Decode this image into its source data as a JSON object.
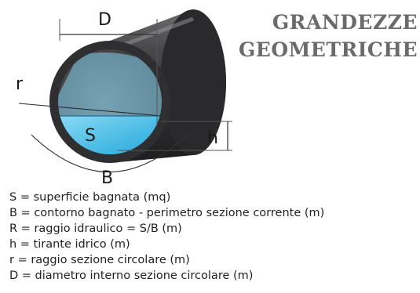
{
  "title": {
    "line1": "GRANDEZZE",
    "line2": "GEOMETRICHE"
  },
  "labels": {
    "diameter": "D",
    "radius": "r",
    "wet_area": "S",
    "depth": "h",
    "wet_perimeter": "B"
  },
  "legend": [
    "S = superficie bagnata (mq)",
    "B = contorno bagnato - perimetro sezione corrente (m)",
    "R = raggio idraulico = S/B (m)",
    "h = tirante idrico (m)",
    "r = raggio sezione circolare (m)",
    "D = diametro interno sezione circolare (m)"
  ],
  "colors": {
    "pipe": "#3a3a3c",
    "water": "#3fb6e0",
    "title": "#6b6b6b"
  }
}
